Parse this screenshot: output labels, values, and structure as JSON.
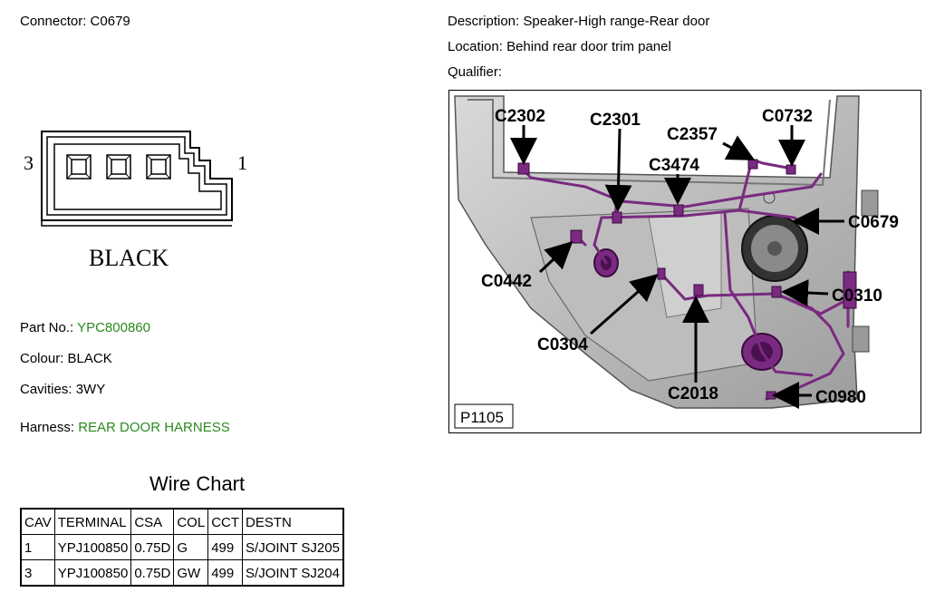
{
  "connector": {
    "label": "Connector:",
    "value": "C0679"
  },
  "description": {
    "label": "Description:",
    "value": "Speaker-High range-Rear door"
  },
  "location": {
    "label": "Location:",
    "value": "Behind rear door trim panel"
  },
  "qualifier": {
    "label": "Qualifier:",
    "value": ""
  },
  "pin_diagram": {
    "pin_left": "3",
    "pin_right": "1",
    "color_label": "BLACK"
  },
  "part_no": {
    "label": "Part No.:",
    "value": "YPC800860"
  },
  "colour": {
    "label": "Colour:",
    "value": "BLACK"
  },
  "cavities": {
    "label": "Cavities:",
    "value": "3WY"
  },
  "harness": {
    "label": "Harness:",
    "value": "REAR DOOR HARNESS"
  },
  "wire_chart": {
    "title": "Wire Chart",
    "headers": [
      "CAV",
      "TERMINAL",
      "CSA",
      "COL",
      "CCT",
      "DESTN"
    ],
    "rows": [
      [
        "1",
        "YPJ100850",
        "0.75D",
        "G",
        "499",
        "S/JOINT SJ205"
      ],
      [
        "3",
        "YPJ100850",
        "0.75D",
        "GW",
        "499",
        "S/JOINT SJ204"
      ]
    ]
  },
  "figure": {
    "id": "P1105",
    "callouts": [
      "C2302",
      "C2301",
      "C2357",
      "C0732",
      "C3474",
      "C0679",
      "C0442",
      "C0310",
      "C0304",
      "C2018",
      "C0980"
    ]
  },
  "colors": {
    "green": "#2a8a1e",
    "wire": "#7a2a80",
    "panel": "#c8c8c8"
  }
}
